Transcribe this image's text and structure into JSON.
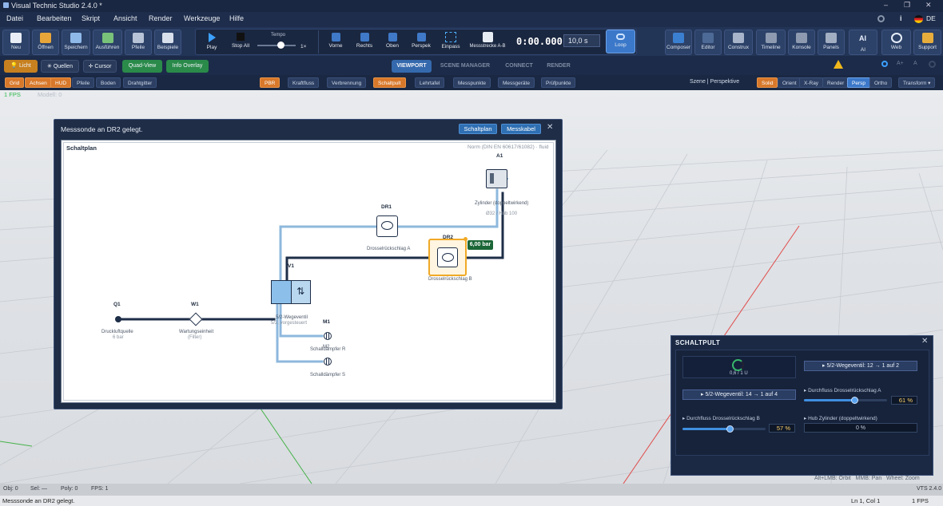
{
  "window": {
    "title": "Visual Technic Studio 2.4.0 *",
    "lang": "DE"
  },
  "menu": [
    "Datei",
    "Bearbeiten",
    "Skript",
    "Ansicht",
    "Render",
    "Werkzeuge",
    "Hilfe"
  ],
  "ribbon": {
    "file": [
      "Neu",
      "Öffnen",
      "Speichern",
      "Ausführen",
      "Pfeile",
      "Beispiele"
    ],
    "transport": {
      "play": "Play",
      "stop": "Stop All",
      "tempo_label": "Tempo",
      "tempo_value": "1×",
      "time": "0:00.000",
      "duration": "10,0 s",
      "loop": "Loop"
    },
    "views": [
      "Vorne",
      "Rechts",
      "Oben",
      "Perspek",
      "Einpass",
      "Messstrecke A-B"
    ],
    "tools": [
      "Composer",
      "Editor",
      "Construx",
      "Timeline",
      "Konsole",
      "Panels",
      "AI",
      "Web",
      "Support"
    ],
    "ai_icon": "AI"
  },
  "tabbar": {
    "left": [
      "Licht",
      "Quellen",
      "Cursor",
      "Quad-View",
      "Info Overlay"
    ],
    "center": [
      "VIEWPORT",
      "SCENE MANAGER",
      "CONNECT",
      "RENDER"
    ],
    "active": "VIEWPORT"
  },
  "filters": {
    "left": [
      "Grid",
      "Achsen",
      "HUD",
      "Pfeile",
      "Boden",
      "Drahtgitter"
    ],
    "middle": [
      "PBR",
      "Kraftfluss",
      "Verbrennung",
      "Schaltpult",
      "Lehrtafel",
      "Messpunkte",
      "Messgeräte",
      "Prüfpunkte"
    ],
    "scene": "Szene | Perspektive",
    "right": [
      "Solid",
      "Orient",
      "X-Ray",
      "Render",
      "Persp",
      "Ortho",
      "Transform ▾"
    ]
  },
  "viewport": {
    "fps": "1 FPS",
    "mode": "Modell: 0",
    "hint": "Alt+LMB: Orbit   MMB: Pan   Wheel: Zoom"
  },
  "dialog": {
    "title": "Messsonde an DR2 gelegt.",
    "btn1": "Schaltplan",
    "btn2": "Messkabel",
    "schem_title": "Schaltplan",
    "norm": "Norm (DIN EN 60617/61082) · fluid",
    "q1": "Q1",
    "q1_label": "Druckluftquelle",
    "q1_sub": "6 bar",
    "w1": "W1",
    "w1_label": "Wartungseinheit",
    "w1_sub": "(Filter)",
    "v1": "V1",
    "v1_label": "5/2-Wegeventil",
    "v1_sub": "5/2, vorgesteuert",
    "m1": "M1",
    "m1_label": "Schalldämpfer R",
    "m2": "M2",
    "m2_label": "Schalldämpfer S",
    "dr1": "DR1",
    "dr1_label": "Drosselrückschlag A",
    "dr2": "DR2",
    "dr2_label": "Drosselrückschlag B",
    "dr2_badge": "6,00 bar",
    "a1": "A1",
    "a1_label": "Zylinder (doppeltwirkend)",
    "a1_sub": "Ø32 / Hub 100"
  },
  "panel": {
    "title": "SCHALTPULT",
    "gauge": "0,6 / 1 U",
    "btn_v12": "▸ 5/2-Wegeventil: 12 → 1 auf 2",
    "btn_v14": "▸ 5/2-Wegeventil: 14 → 1 auf 4",
    "drA_label": "▸ Durchfluss Drosselrückschlag A",
    "drA_value": "61 %",
    "drA_frac": 0.61,
    "drB_label": "▸ Durchfluss Drosselrückschlag B",
    "drB_value": "57 %",
    "drB_frac": 0.57,
    "hub_label": "▸ Hub Zylinder (doppeltwirkend)",
    "hub_value": "0 %"
  },
  "status": {
    "obj": "Obj: 0",
    "sel": "Sel: —",
    "poly": "Poly: 0",
    "fps": "FPS: 1",
    "version": "VTS 2.4.0",
    "message": "Messsonde an DR2 gelegt.",
    "cursor": "Ln 1, Col 1",
    "fps2": "1 FPS"
  }
}
